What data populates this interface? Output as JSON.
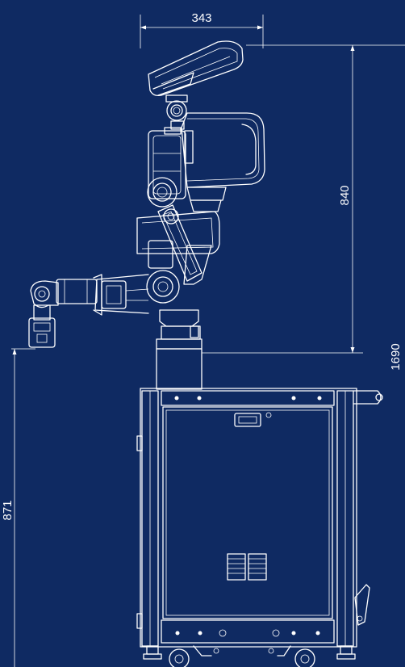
{
  "drawing": {
    "background": "#0f2a62",
    "line_color": "#ffffff",
    "dimensions": {
      "head_width": "343",
      "upper_height": "840",
      "total_height": "1690",
      "base_height": "871"
    }
  }
}
